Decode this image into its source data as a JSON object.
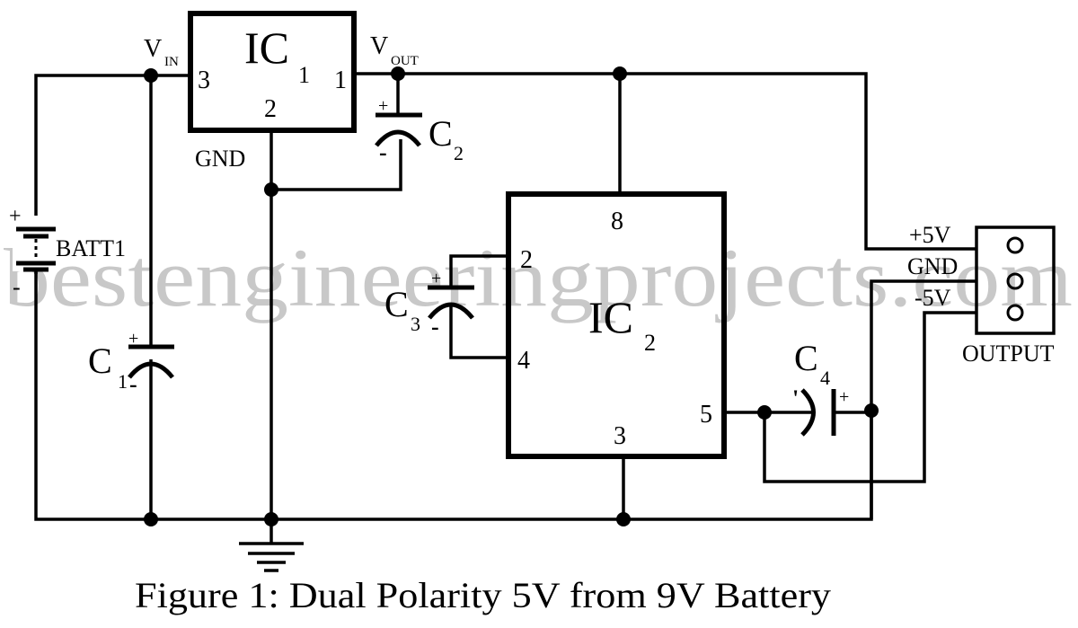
{
  "watermark": "bestengineeringprojects.com",
  "caption": "Figure 1: Dual Polarity 5V from 9V Battery",
  "ic1": {
    "name": "IC",
    "sub": "1",
    "pins": {
      "vin": "3",
      "gnd": "2",
      "vout": "1"
    },
    "vin_label": "V",
    "vin_sub": "IN",
    "vout_label": "V",
    "vout_sub": "OUT",
    "gnd_label": "GND"
  },
  "ic2": {
    "name": "IC",
    "sub": "2",
    "pins": {
      "p8": "8",
      "p2": "2",
      "p4": "4",
      "p5": "5",
      "p3": "3"
    }
  },
  "battery": {
    "label": "BATT1",
    "plus": "+",
    "minus": "-"
  },
  "capacitors": {
    "c1": {
      "name": "C",
      "sub": "1",
      "plus": "+",
      "minus": "-"
    },
    "c2": {
      "name": "C",
      "sub": "2",
      "plus": "+",
      "minus": "-"
    },
    "c3": {
      "name": "C",
      "sub": "3",
      "plus": "+",
      "minus": "-"
    },
    "c4": {
      "name": "C",
      "sub": "4",
      "plus": "+",
      "minus": "'"
    }
  },
  "output": {
    "label": "OUTPUT",
    "terminals": [
      "+5V",
      "GND",
      "-5V"
    ]
  }
}
